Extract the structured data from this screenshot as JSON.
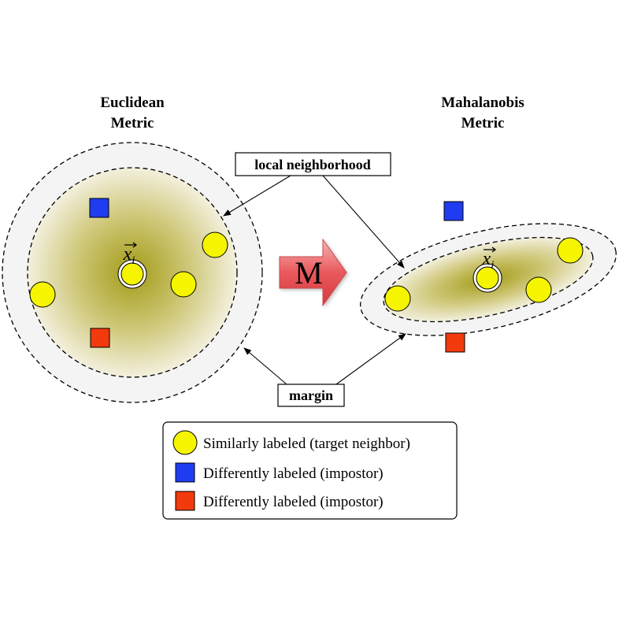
{
  "left_panel": {
    "title_line1": "Euclidean",
    "title_line2": "Metric",
    "query_label": "x",
    "query_subscript": "i"
  },
  "right_panel": {
    "title_line1": "Mahalanobis",
    "title_line2": "Metric",
    "query_label": "x",
    "query_subscript": "i"
  },
  "transform_arrow": {
    "label": "M"
  },
  "callouts": {
    "neighborhood": "local neighborhood",
    "margin": "margin"
  },
  "legend": {
    "items": [
      {
        "label": "Similarly labeled (target neighbor)",
        "marker": "yellow-circle"
      },
      {
        "label": "Differently labeled (impostor)",
        "marker": "blue-square"
      },
      {
        "label": "Differently labeled (impostor)",
        "marker": "red-square"
      }
    ]
  },
  "colors": {
    "target_neighbor": "#f5f500",
    "impostor_blue": "#1f3cf0",
    "impostor_red": "#f23a0c",
    "neighborhood_center": "#a39b16",
    "margin_fill": "#f4f4f4",
    "arrow_fill": "#e8595c"
  }
}
